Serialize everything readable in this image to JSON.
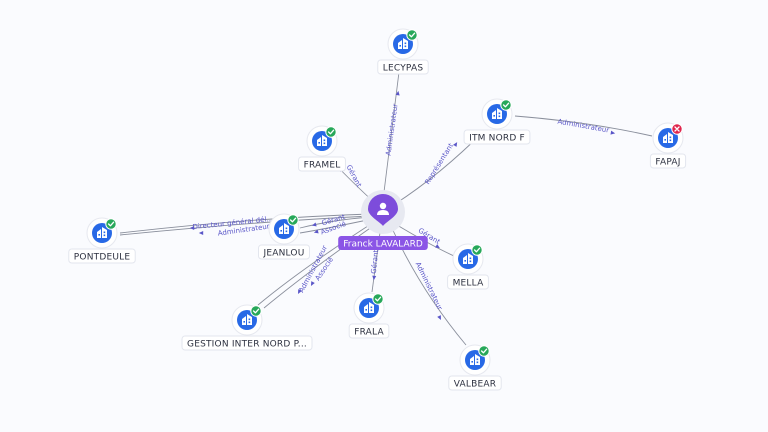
{
  "center": {
    "label": "Franck LAVALARD",
    "icon": "user-icon",
    "pin_color": "#7d4cdb"
  },
  "companies": [
    {
      "id": "lecypas",
      "label": "LECYPAS",
      "status": "active",
      "icon": "building-icon"
    },
    {
      "id": "itmnordf",
      "label": "ITM NORD F",
      "status": "active",
      "icon": "building-icon"
    },
    {
      "id": "fapaj",
      "label": "FAPAJ",
      "status": "closed",
      "icon": "building-icon"
    },
    {
      "id": "framel",
      "label": "FRAMEL",
      "status": "active",
      "icon": "building-icon"
    },
    {
      "id": "pontdeule",
      "label": "PONTDEULE",
      "status": "active",
      "icon": "building-icon"
    },
    {
      "id": "jeanlou",
      "label": "JEANLOU",
      "status": "active",
      "icon": "building-icon"
    },
    {
      "id": "mella",
      "label": "MELLA",
      "status": "active",
      "icon": "building-icon"
    },
    {
      "id": "gestion",
      "label": "GESTION INTER NORD P...",
      "status": "active",
      "icon": "building-icon"
    },
    {
      "id": "frala",
      "label": "FRALA",
      "status": "active",
      "icon": "building-icon"
    },
    {
      "id": "valbear",
      "label": "VALBEAR",
      "status": "active",
      "icon": "building-icon"
    }
  ],
  "relations": [
    {
      "id": "r-lecypas",
      "from": "center",
      "to": "lecypas",
      "label": "Administrateur"
    },
    {
      "id": "r-itm",
      "from": "center",
      "to": "itmnordf",
      "label": "Représentant"
    },
    {
      "id": "r-fapaj",
      "from": "itmnordf",
      "to": "fapaj",
      "label": "Administrateur"
    },
    {
      "id": "r-framel",
      "from": "center",
      "to": "framel",
      "label": "Gérant"
    },
    {
      "id": "r-pontdeule",
      "from": "center",
      "to": "pontdeule",
      "label": "Directeur général dél..."
    },
    {
      "id": "r-pontdeule2",
      "from": "center",
      "to": "pontdeule",
      "label": "Administrateur"
    },
    {
      "id": "r-jeanlou",
      "from": "center",
      "to": "jeanlou",
      "label": "Gérant"
    },
    {
      "id": "r-jeanlou2",
      "from": "center",
      "to": "jeanlou",
      "label": "Associé"
    },
    {
      "id": "r-gestion",
      "from": "center",
      "to": "gestion",
      "label": "Administrateur"
    },
    {
      "id": "r-gestion2",
      "from": "center",
      "to": "gestion",
      "label": "Associé"
    },
    {
      "id": "r-frala",
      "from": "center",
      "to": "frala",
      "label": "Gérant"
    },
    {
      "id": "r-mella",
      "from": "center",
      "to": "mella",
      "label": "Gérant"
    },
    {
      "id": "r-valbear",
      "from": "center",
      "to": "valbear",
      "label": "Administrateur"
    }
  ],
  "colors": {
    "company_icon": "#2869e6",
    "status_active": "#27a85a",
    "status_closed": "#e0254d",
    "relation_label": "#5a56c8",
    "center_tag": "#8b55e6"
  }
}
